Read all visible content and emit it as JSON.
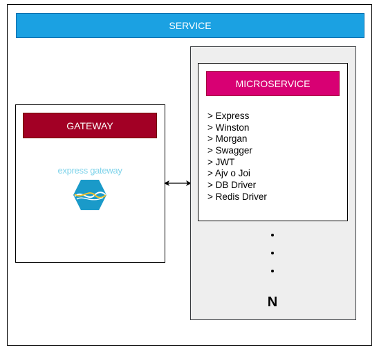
{
  "service": {
    "title": "SERVICE"
  },
  "gateway": {
    "title": "GATEWAY",
    "logo_text": "express gateway"
  },
  "microservice": {
    "title": "MICROSERVICE",
    "items": [
      "> Express",
      "> Winston",
      "> Morgan",
      "> Swagger",
      "> JWT",
      "> Ajv o Joi",
      "> DB Driver",
      "> Redis Driver"
    ],
    "count_label": "N"
  },
  "colors": {
    "service": "#1ba1e2",
    "gateway": "#a20025",
    "microservice": "#d80073",
    "container": "#eeeeee",
    "logo": "#7fd3ea"
  }
}
